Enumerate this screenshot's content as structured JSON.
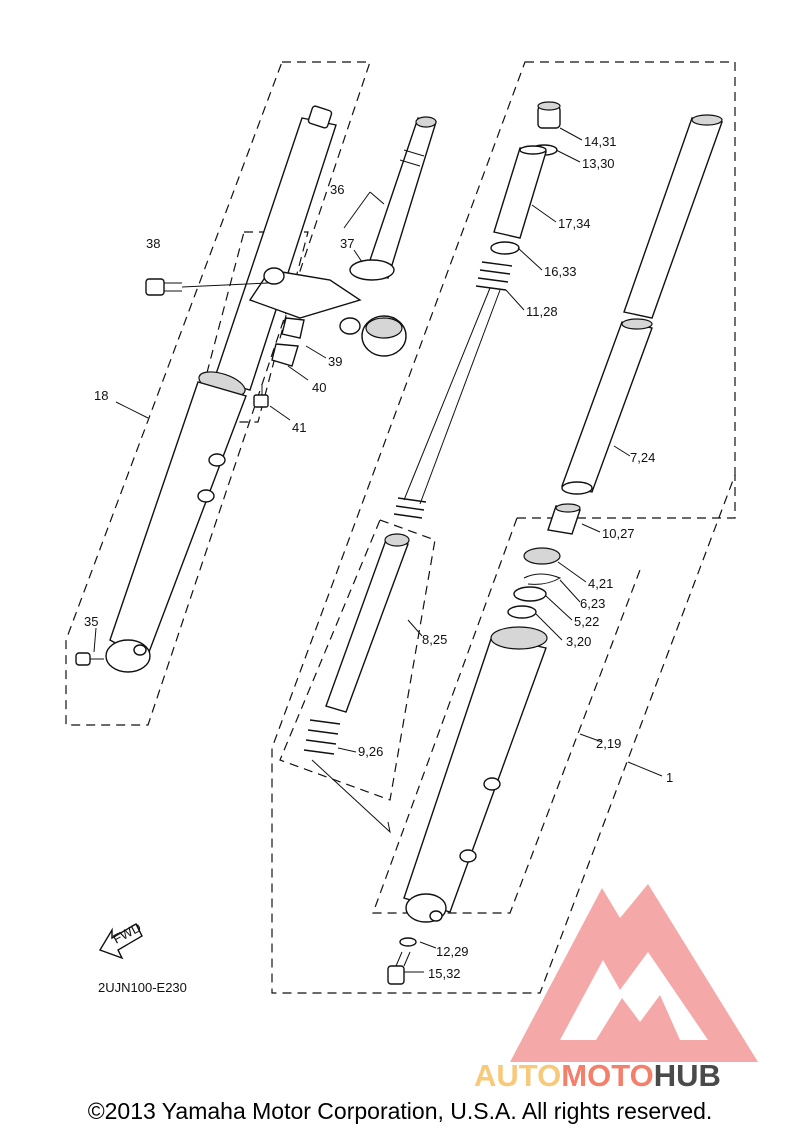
{
  "callouts": [
    "14,31",
    "13,30",
    "17,34",
    "16,33",
    "11,28",
    "7,24",
    "10,27",
    "4,21",
    "6,23",
    "5,22",
    "3,20",
    "8,25",
    "2,19",
    "1",
    "9,26",
    "12,29",
    "15,32",
    "36",
    "37",
    "38",
    "39",
    "40",
    "41",
    "18",
    "35"
  ],
  "fwd_label": "FWD",
  "diagram_code": "2UJN100-E230",
  "watermark": {
    "part1": "AUTO",
    "part2": "MOTO",
    "part3": "HUB",
    "colors": {
      "auto": "#f7c97a",
      "moto": "#f47f6b",
      "hub": "#4a4a4a",
      "triangle": "#f28b8b"
    }
  },
  "copyright": "©2013 Yamaha Motor Corporation, U.S.A. All rights reserved."
}
